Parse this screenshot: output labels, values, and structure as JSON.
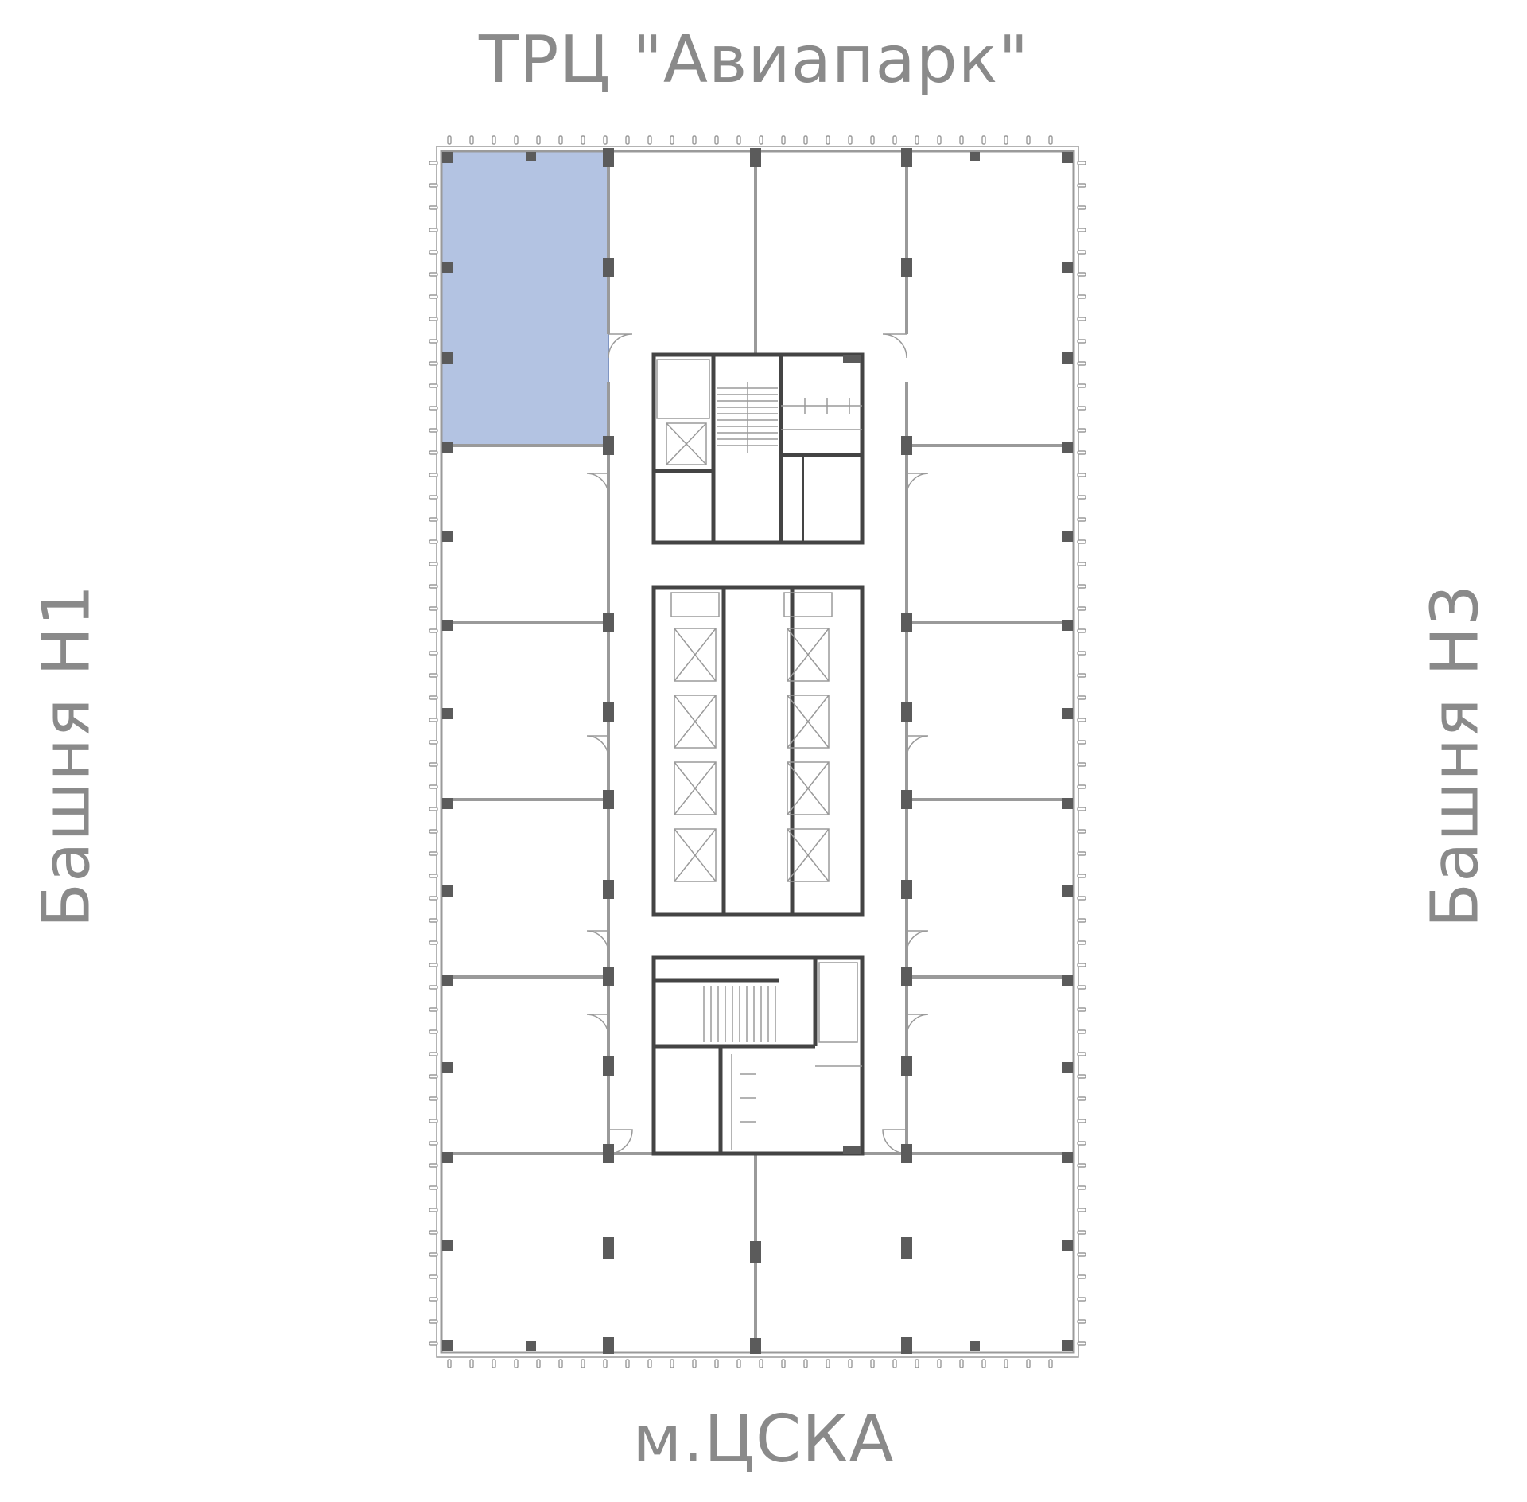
{
  "labels": {
    "top": "ТРЦ \"Авиапарк\"",
    "bottom": "м.ЦСКА",
    "left": "Башня Н1",
    "right": "Башня Н3"
  },
  "colors": {
    "highlight": "#b3c3e2",
    "highlight_border": "#7f95c2",
    "wall": "#444444",
    "column": "#5b5b5b",
    "outline": "#9a9a9a",
    "label": "#8a8a8a"
  },
  "selection": {
    "unit": "top-left office unit"
  }
}
